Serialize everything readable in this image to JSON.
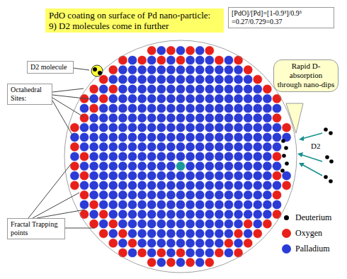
{
  "diagram": {
    "title": "PdO coating on surface of Pd nano-particle: 9) D2 molecules come in further",
    "nodes": [
      {
        "text": [
          "[PdO]/[Pd]=[1-0.9³]/0.9³ =0.27/0.729=0.37"
        ]
      },
      {
        "text": [
          "Rapid D-absorption through nano-dips"
        ]
      },
      {
        "text": [
          "D2 molecule"
        ]
      },
      {
        "text": [
          "Octahedral Sites:"
        ]
      },
      {
        "text": [
          "Fractal Trapping points"
        ]
      }
    ],
    "labels": [
      "D2"
    ],
    "legend": [
      {
        "text": "Deuterium",
        "color": "#000000"
      },
      {
        "text": "Oxygen",
        "color": "#e8201a"
      },
      {
        "text": "Palladium",
        "color": "#2b3bd6"
      }
    ]
  }
}
